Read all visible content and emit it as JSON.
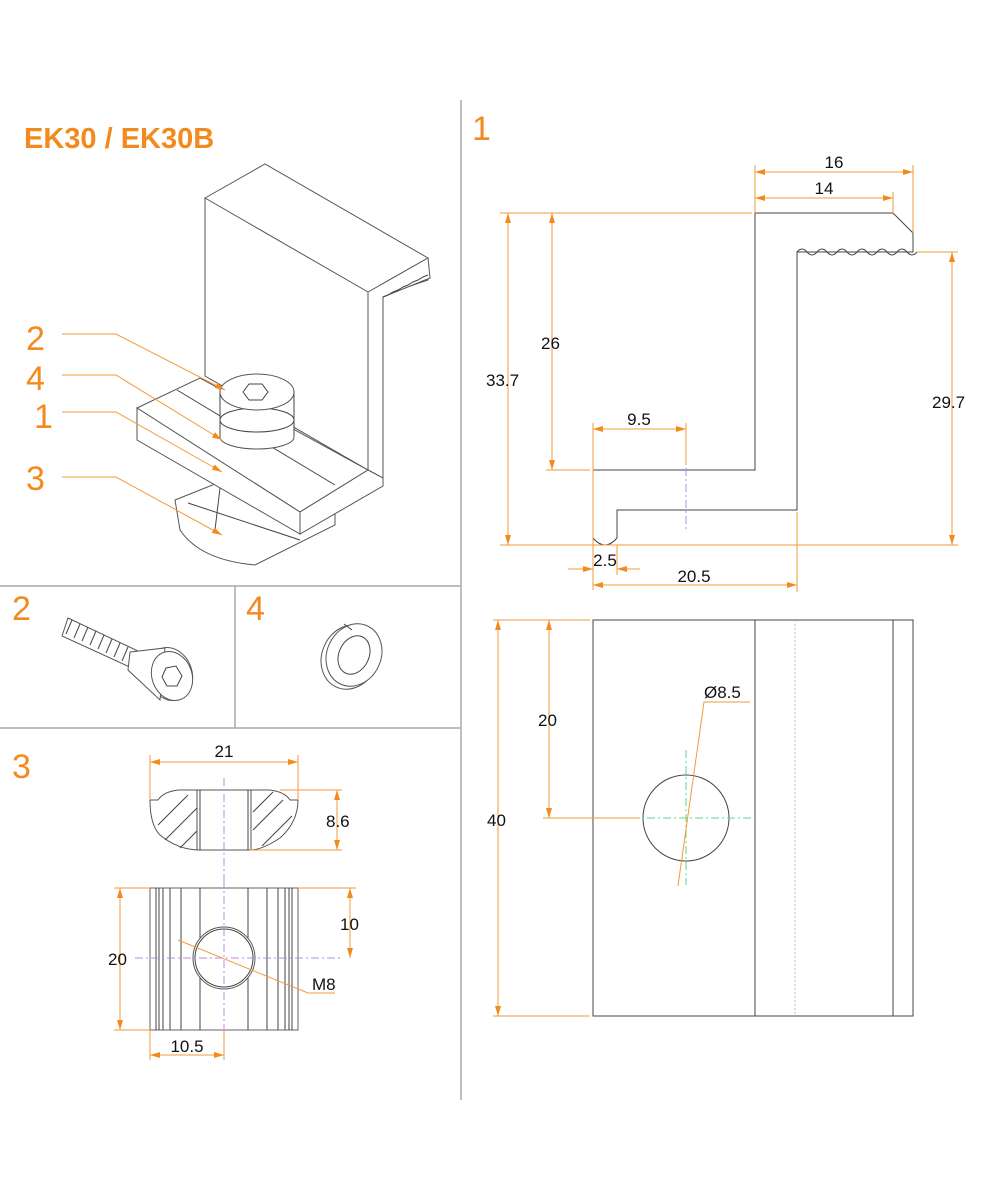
{
  "title": "EK30 / EK30B",
  "colors": {
    "accent": "#f28a1e",
    "dimension": "#f39a3a",
    "centerline": "#b58be8"
  },
  "iso_view": {
    "callouts": [
      "2",
      "4",
      "1",
      "3"
    ]
  },
  "panels": {
    "bolt": {
      "label": "2"
    },
    "washer": {
      "label": "4"
    },
    "slot_nut": {
      "label": "3",
      "dimensions": {
        "width": "21",
        "height": "8.6",
        "half_length": "10",
        "length": "20",
        "half_width": "10.5",
        "thread": "M8"
      }
    },
    "profile": {
      "label": "1",
      "side_dimensions": {
        "top_outer": "16",
        "top_inner": "14",
        "total_height": "33.7",
        "upper_height": "26",
        "right_height": "29.7",
        "hole_offset": "9.5",
        "lip": "2.5",
        "base_width": "20.5"
      },
      "plan_dimensions": {
        "hole_diameter": "Ø8.5",
        "hole_position": "20",
        "length": "40"
      }
    }
  }
}
